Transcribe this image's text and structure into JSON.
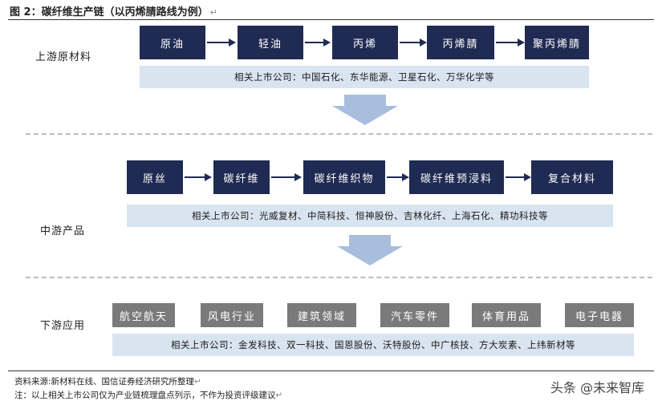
{
  "header": {
    "title": "图 2：碳纤维生产链（以丙烯腈路线为例）",
    "mark": "↵"
  },
  "upstream": {
    "label": "上游原材料",
    "steps": [
      "原油",
      "轻油",
      "丙烯",
      "丙烯腈",
      "聚丙烯腈"
    ],
    "companies": "相关上市公司：中国石化、东华能源、卫星石化、万华化学等"
  },
  "midstream": {
    "label": "中游产品",
    "steps": [
      "原丝",
      "碳纤维",
      "碳纤维织物",
      "碳纤维预浸料",
      "复合材料"
    ],
    "companies": "相关上市公司：光威复材、中简科技、恒神股份、吉林化纤、上海石化、精功科技等"
  },
  "downstream": {
    "label": "下游应用",
    "items": [
      "航空航天",
      "风电行业",
      "建筑领域",
      "汽车零件",
      "体育用品",
      "电子电器"
    ],
    "companies": "相关上市公司：金发科技、双一科技、国恩股份、沃特股份、中广核技、方大炭素、上纬新材等"
  },
  "footer": {
    "source": "资料来源:新材料在线、国信证券经济研究所整理",
    "note": "注：以上相关上市公司仅为产业链梳理盘点列示，不作为投资评级建议",
    "watermark": "头条 @未来智库",
    "mark": "↵"
  },
  "colors": {
    "navy": "#1f2b52",
    "gray": "#7a7a7a",
    "bar": "#d9e4f1",
    "down_arrow": "#9fb6d8"
  }
}
